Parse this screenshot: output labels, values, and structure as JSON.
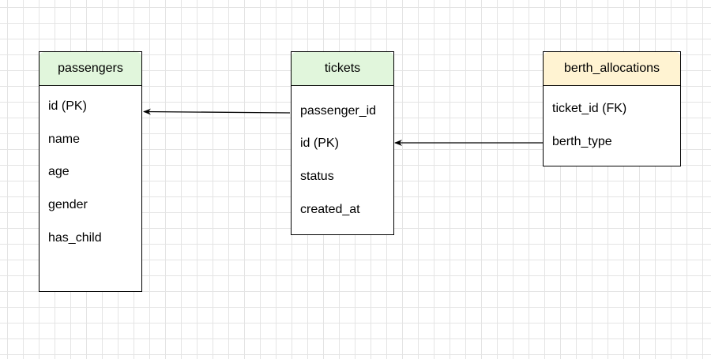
{
  "colors": {
    "header_green": "#e1f6dc",
    "header_yellow": "#fff3d2",
    "border": "#000000",
    "grid": "#e4e4e4"
  },
  "entities": [
    {
      "name": "passengers",
      "header_color": "green",
      "fields": [
        "id (PK)",
        "name",
        "age",
        "gender",
        "has_child"
      ]
    },
    {
      "name": "tickets",
      "header_color": "green",
      "fields": [
        "passenger_id",
        "id (PK)",
        "status",
        "created_at"
      ]
    },
    {
      "name": "berth_allocations",
      "header_color": "yellow",
      "fields": [
        "ticket_id (FK)",
        "berth_type"
      ]
    }
  ],
  "relationships": [
    {
      "from": "tickets.passenger_id",
      "to": "passengers.id (PK)"
    },
    {
      "from": "berth_allocations.berth_type",
      "to": "tickets.id (PK)"
    }
  ]
}
